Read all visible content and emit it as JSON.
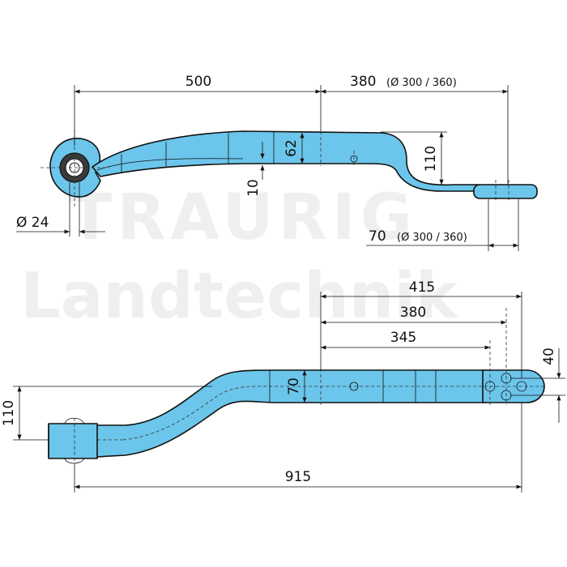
{
  "colors": {
    "part_fill": "#6cc5ea",
    "bushing_fill": "#3a3a3a",
    "watermark": "#000000"
  },
  "watermark": {
    "line1": "TRAURIG",
    "line2": "Landtechnik"
  },
  "top_view": {
    "dim_length_front": "500",
    "dim_length_rear": "380",
    "dim_length_rear_note": "(Ø 300 / 360)",
    "dim_thickness": "62",
    "dim_offset_height": "110",
    "dim_leaf_thickness": "10",
    "dim_eye_diameter": "Ø 24",
    "dim_end_length": "70",
    "dim_end_length_note": "(Ø 300 / 360)"
  },
  "bottom_view": {
    "dim_415": "415",
    "dim_380": "380",
    "dim_345": "345",
    "dim_width": "70",
    "dim_hole_spacing": "40",
    "dim_offset": "110",
    "dim_total": "915"
  }
}
